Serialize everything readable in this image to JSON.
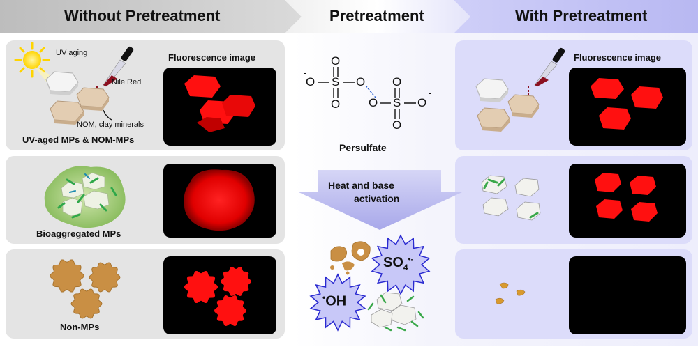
{
  "header": {
    "left": "Without Pretreatment",
    "center": "Pretreatment",
    "right": "With Pretreatment"
  },
  "left_panels": {
    "uv_aging": "UV aging",
    "nile_red": "Nile Red",
    "nom_clay": "NOM, clay minerals",
    "row1_caption": "UV-aged MPs & NOM-MPs",
    "row1_fluor_title": "Fluorescence image",
    "row2_caption": "Bioaggregated MPs",
    "row3_caption": "Non-MPs"
  },
  "center": {
    "persulfate": "Persulfate",
    "activation": [
      "Heat and base",
      "activation"
    ],
    "sulfate_radical": "SO",
    "sulfate_sub": "4",
    "sulfate_sup": "•-",
    "hydroxyl_radical": "OH",
    "hydroxyl_dot": "•",
    "atom_O": "O",
    "atom_S": "S",
    "charge_minus": "-"
  },
  "right_panels": {
    "row1_fluor_title": "Fluorescence image"
  },
  "colors": {
    "header_gray": "#c8c8c8",
    "header_blue": "#c0c0f4",
    "panel_gray": "#e4e4e4",
    "panel_blue": "#dcdcfa",
    "fluor_red": "#ff1010",
    "clay": "#e3cdb2",
    "non_mp": "#c98f44",
    "biofilm": "#a9d27a",
    "radical_star": "#c8c8f8"
  },
  "icons": [
    "sun-icon",
    "dropper-icon",
    "star-burst-icon",
    "arrow-down-icon"
  ]
}
